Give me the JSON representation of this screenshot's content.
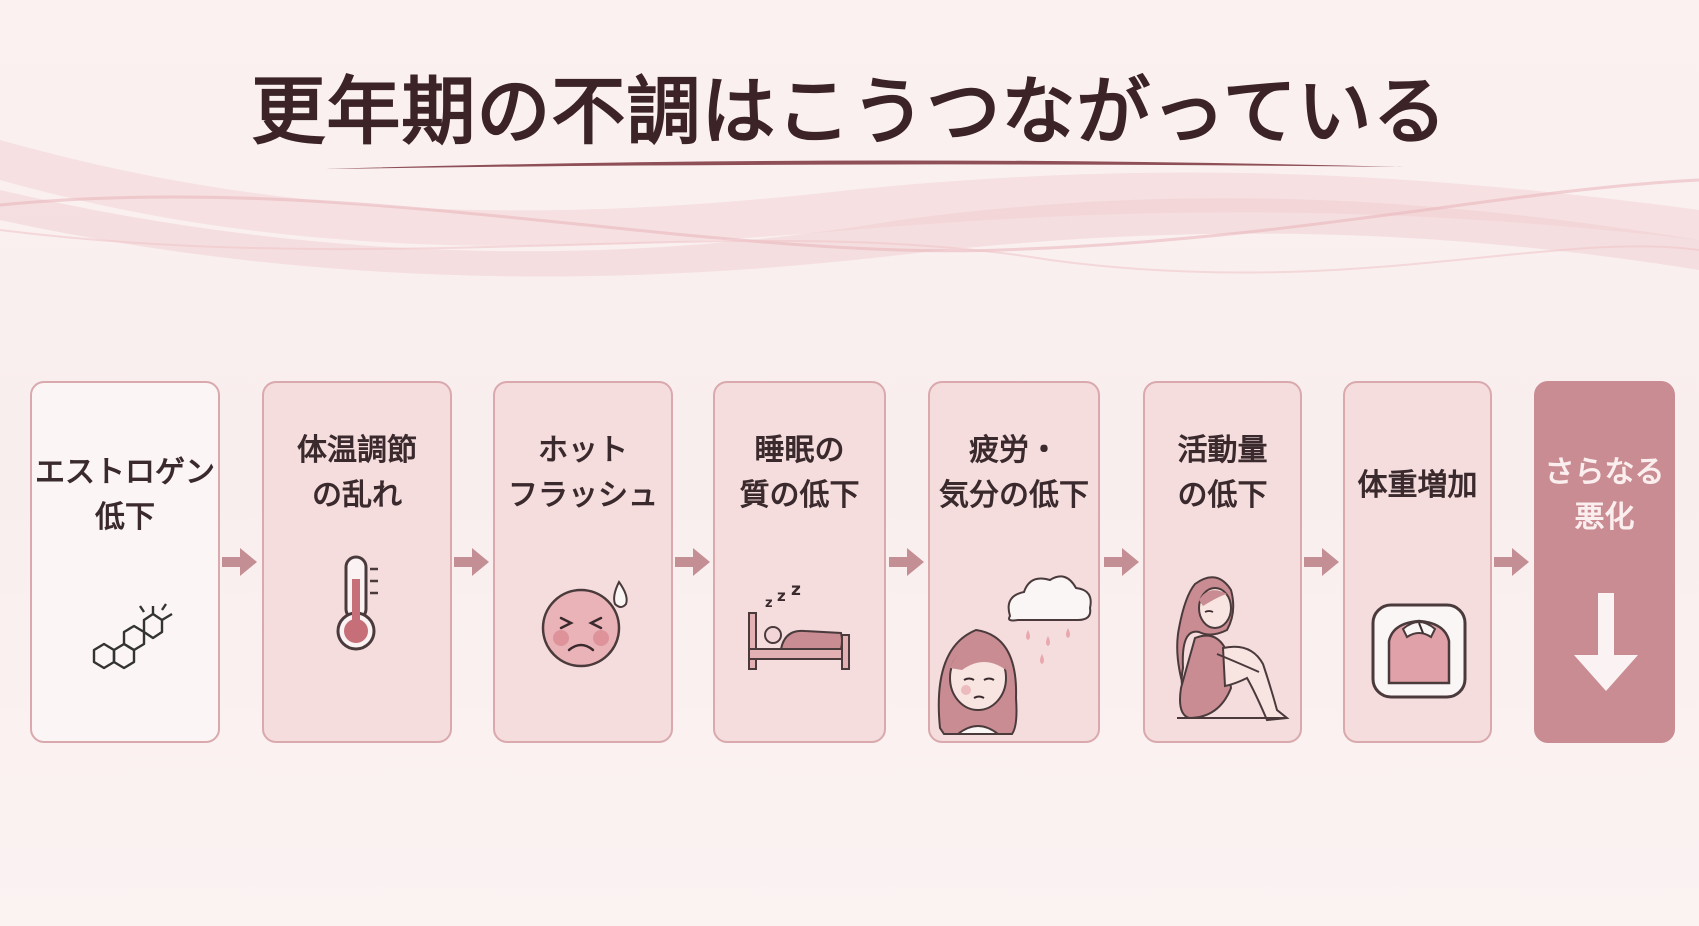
{
  "title": "更年期の不調はこうつながっている",
  "colors": {
    "background": "#fbf1f1",
    "card_fill": "#f5dcdd",
    "card_border": "#d9a9ad",
    "accent": "#c98c92",
    "arrow": "#c48f94",
    "title": "#3b2328"
  },
  "steps": [
    {
      "lines": [
        "エストロゲン",
        "低下"
      ],
      "icon": "steroid-molecule-icon"
    },
    {
      "lines": [
        "体温調節",
        "の乱れ"
      ],
      "icon": "thermometer-icon"
    },
    {
      "lines": [
        "ホット",
        "フラッシュ"
      ],
      "icon": "flushed-sweating-face-icon"
    },
    {
      "lines": [
        "睡眠の",
        "質の低下"
      ],
      "icon": "sleeping-in-bed-icon"
    },
    {
      "lines": [
        "疲労・",
        "気分の低下"
      ],
      "icon": "sad-woman-rain-cloud-icon"
    },
    {
      "lines": [
        "活動量",
        "の低下"
      ],
      "icon": "sitting-woman-icon"
    },
    {
      "lines": [
        "体重増加"
      ],
      "icon": "weight-scale-icon"
    },
    {
      "lines": [
        "さらなる",
        "悪化"
      ],
      "icon": "down-arrow-icon"
    }
  ]
}
